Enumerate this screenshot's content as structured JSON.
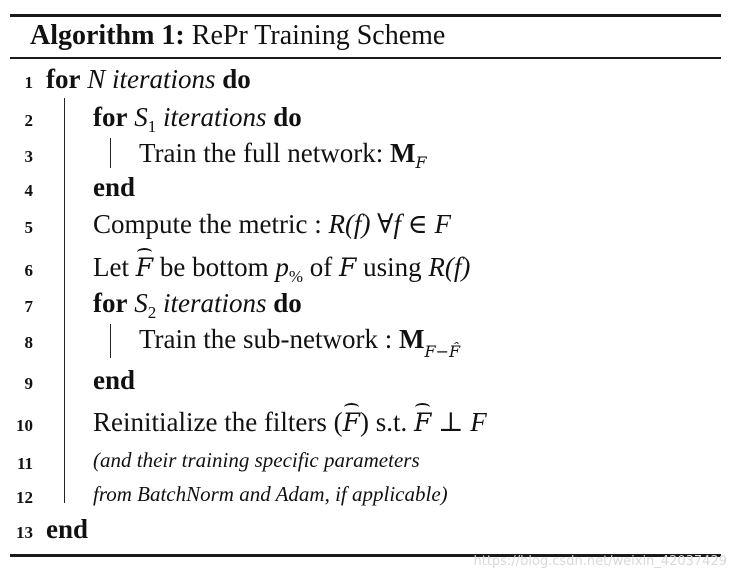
{
  "title": {
    "label": "Algorithm 1:",
    "name": "RePr Training Scheme"
  },
  "lines": [
    {
      "num": "1",
      "kw1": "for",
      "math": "N",
      "text": "iterations",
      "kw2": "do"
    },
    {
      "num": "2",
      "kw1": "for",
      "math": "S",
      "sub": "1",
      "text": "iterations",
      "kw2": "do"
    },
    {
      "num": "3",
      "text": "Train the full network: ",
      "bold_math": "M",
      "sub": "F"
    },
    {
      "num": "4",
      "kw1": "end"
    },
    {
      "num": "5",
      "text": "Compute the metric : ",
      "math": "R(f) ∀f ∈ F"
    },
    {
      "num": "6",
      "text_a": "Let ",
      "hat": "F",
      "text_b": " be bottom ",
      "math": "p",
      "sub": "%",
      "text_c": " of ",
      "cal": "F",
      "text_d": " using ",
      "math2": "R(f)"
    },
    {
      "num": "7",
      "kw1": "for",
      "math": "S",
      "sub": "2",
      "text": "iterations",
      "kw2": "do"
    },
    {
      "num": "8",
      "text": "Train the sub-network : ",
      "bold_math": "M",
      "sub": "F−F̂"
    },
    {
      "num": "9",
      "kw1": "end"
    },
    {
      "num": "10",
      "text_a": "Reinitialize the filters (",
      "hat": "F",
      "text_b": ") s.t. ",
      "hat2": "F",
      "math": " ⊥ F"
    },
    {
      "num": "11",
      "text": "(and their training specific parameters"
    },
    {
      "num": "12",
      "text": "from BatchNorm and Adam, if applicable)"
    },
    {
      "num": "13",
      "kw1": "end"
    }
  ],
  "watermark": "https://blog.csdn.net/weixin_42037429"
}
